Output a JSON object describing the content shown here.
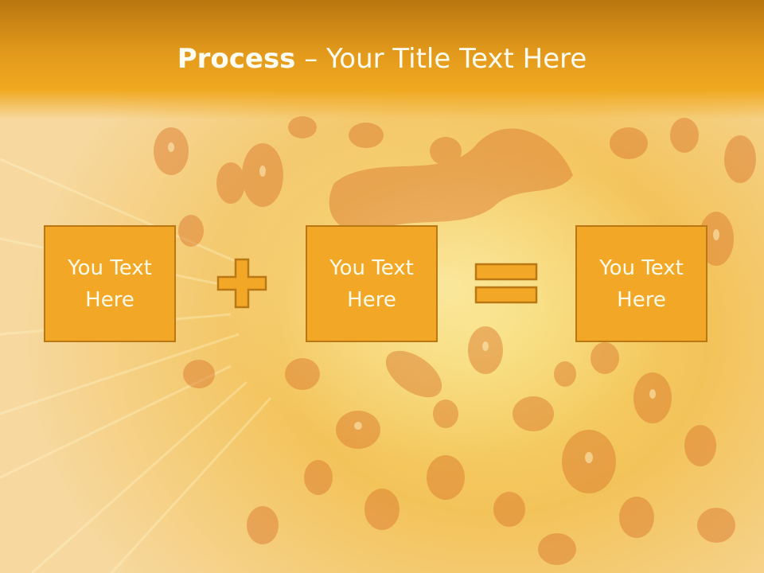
{
  "slide": {
    "title_bold": "Process",
    "title_rest": " – Your Title Text Here",
    "boxes": [
      {
        "line1": "You Text",
        "line2": "Here"
      },
      {
        "line1": "You Text",
        "line2": "Here"
      },
      {
        "line1": "You Text",
        "line2": "Here"
      }
    ],
    "operators": [
      "plus-icon",
      "equals-icon"
    ]
  },
  "colors": {
    "title_bar": "#e39a1c",
    "box_fill": "#f2a726",
    "box_border": "#b97813",
    "text": "#fffbea",
    "background": "#f6d66a",
    "droplet": "#d9742a"
  }
}
